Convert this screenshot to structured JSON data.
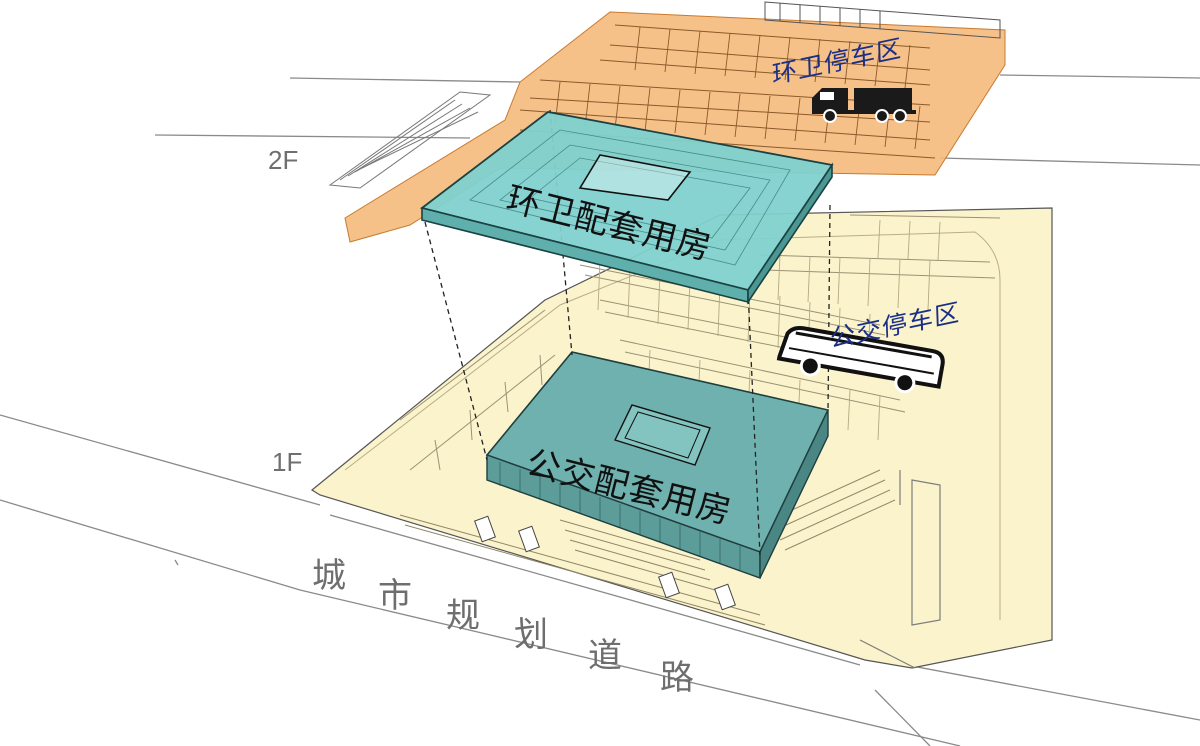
{
  "floors": [
    {
      "id": "2F",
      "label": "2F"
    },
    {
      "id": "1F",
      "label": "1F"
    }
  ],
  "zones": {
    "sanitation_parking": "环卫停车区",
    "bus_parking": "公交停车区"
  },
  "buildings": {
    "sanitation_support": "环卫配套用房",
    "bus_support": "公交配套用房"
  },
  "road": {
    "name_chars": [
      "城",
      "市",
      "规",
      "划",
      "道",
      "路"
    ]
  },
  "colors": {
    "second_floor_slab": "#f5b779",
    "ground_site": "#fbf3cc",
    "sanitation_building": "#7fd1cf",
    "bus_building": "#6fb1ae",
    "zone_text": "#1a2f86",
    "linework": "#3b3b3b"
  },
  "icons": [
    "truck-icon",
    "bus-icon"
  ]
}
